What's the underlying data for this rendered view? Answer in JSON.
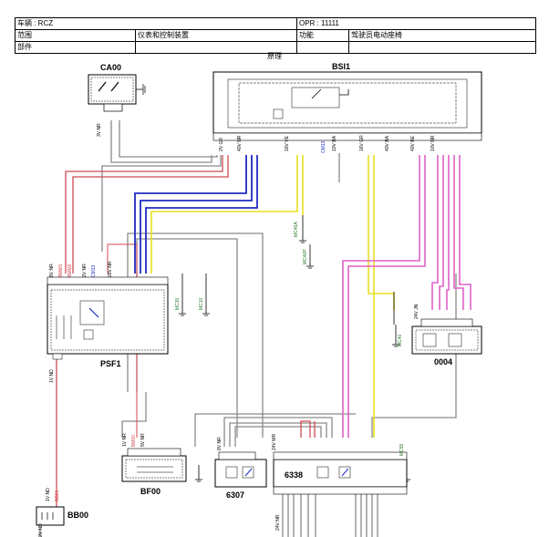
{
  "header": {
    "vehicle": "车辆 : RCZ",
    "opr": "OPR : 11111",
    "scope_label": "范围",
    "scope_value": "仪表和控制装置",
    "function_label": "功能",
    "function_value": "驾驶员电动座椅",
    "part_label": "部件"
  },
  "diagram_title": "原理",
  "components": {
    "ca00": "CA00",
    "bsi1": "BSI1",
    "psf1": "PSF1",
    "c0004": "0004",
    "bf00": "BF00",
    "c6307": "6307",
    "c6338": "6338",
    "bb00": "BB00"
  },
  "wire_labels": {
    "ca00_conn": "3V NR",
    "bsi_2vgr": "2V GR",
    "bsi_40vnr": "40V NR",
    "bsi_16vve": "16V VE",
    "bsi_10vba": "10V BA",
    "bsi_16vgr": "16V GR",
    "bsi_40vba": "40V BA",
    "bsi_40vbe": "40V BE",
    "bsi_10vnr": "10V NR",
    "psf_8vnr": "8V NR",
    "psf_2vnr": "2V NR",
    "psf_28vnr": "28V NR",
    "psf_1vnd": "1V ND",
    "c0004_24vjn": "24V JN",
    "bf00_1vnr": "1V NR",
    "bf00_5vnr": "5V NR",
    "c6307_8vnr": "8V NR",
    "c6338_24vmr": "24V MR",
    "c6338_24vnr": "24V NR",
    "bb00_1vnd": "1V ND",
    "bb00_2vnd": "2V ND",
    "w_bmm1": "BMM1",
    "w_bmm2": "BMM2",
    "w_cm13": "CM13",
    "w_mc46a": "MC46A",
    "w_mc46p": "MC46P",
    "w_mc30": "MC30",
    "w_mc10": "MC10",
    "w_mc40": "MC40",
    "w_mc55": "MC55",
    "w_bb01": "BB01",
    "w_bm00": "BM00"
  },
  "colors": {
    "red": "#d04a52",
    "pink": "#e060c8",
    "blue": "#1e2cc0",
    "yellow": "#e8e020",
    "green": "#2a7a2a",
    "gray": "#8a8a8a"
  }
}
